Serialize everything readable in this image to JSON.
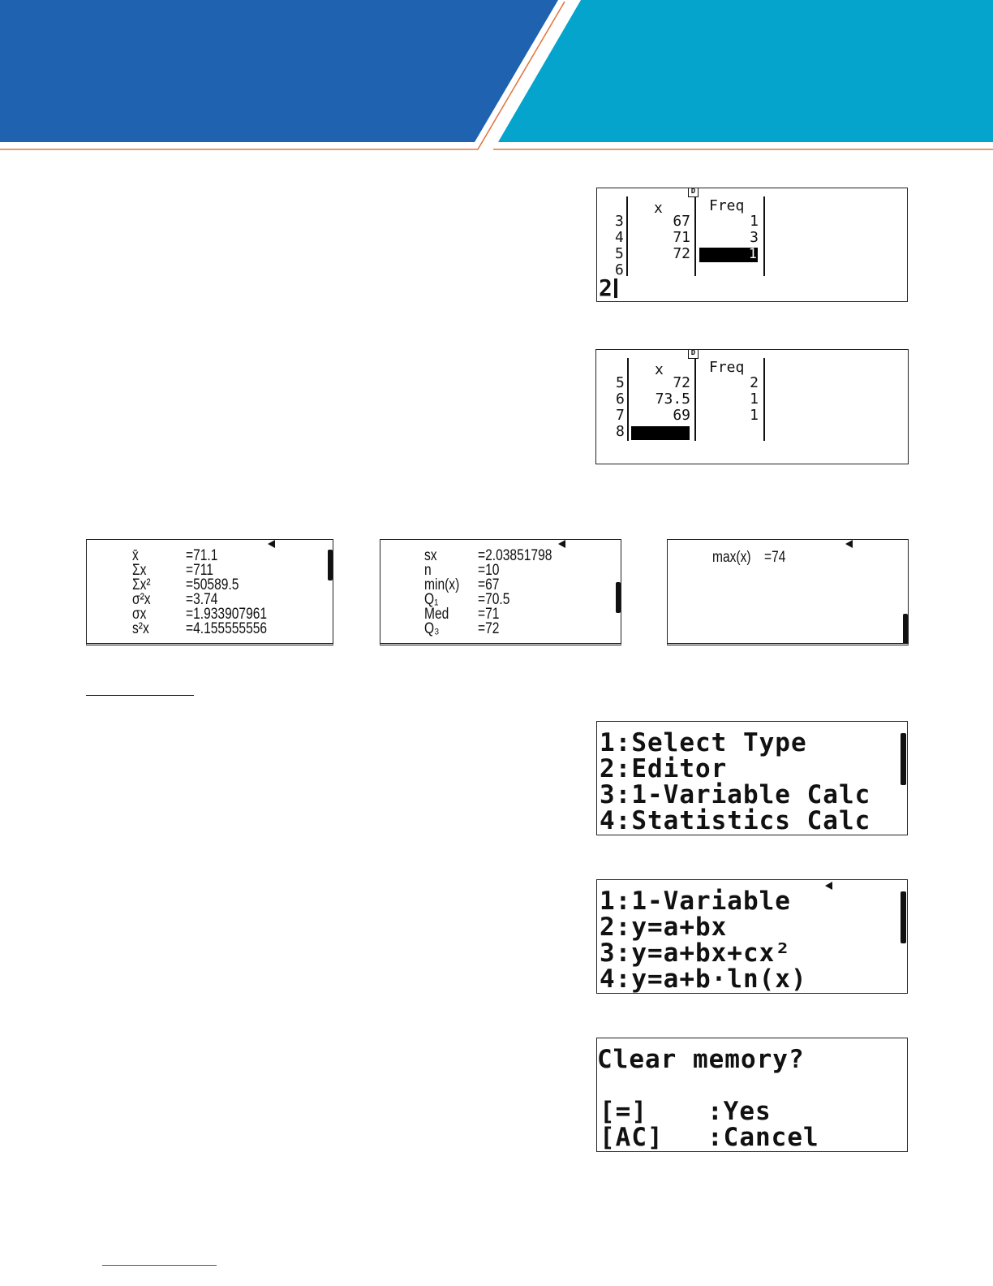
{
  "colors": {
    "banner_left": "#1e62b0",
    "banner_right": "#04a4cc",
    "accent_line": "#e0733c"
  },
  "screen1": {
    "mode_icon": "D",
    "col_x": "x",
    "col_freq": "Freq",
    "rows": [
      {
        "n": "3",
        "x": "67",
        "f": "1"
      },
      {
        "n": "4",
        "x": "71",
        "f": "3"
      },
      {
        "n": "5",
        "x": "72",
        "f": "1"
      },
      {
        "n": "6",
        "x": "",
        "f": ""
      }
    ],
    "entry": "2"
  },
  "screen2": {
    "mode_icon": "D",
    "col_x": "x",
    "col_freq": "Freq",
    "rows": [
      {
        "n": "5",
        "x": "72",
        "f": "2"
      },
      {
        "n": "6",
        "x": "73.5",
        "f": "1"
      },
      {
        "n": "7",
        "x": "69",
        "f": "1"
      },
      {
        "n": "8",
        "x": "",
        "f": ""
      }
    ]
  },
  "stats1": [
    {
      "label": "x̄",
      "value": "=71.1"
    },
    {
      "label": "Σx",
      "value": "=711"
    },
    {
      "label": "Σx²",
      "value": "=50589.5"
    },
    {
      "label": "σ²x",
      "value": "=3.74"
    },
    {
      "label": "σx",
      "value": "=1.933907961"
    },
    {
      "label": "s²x",
      "value": "=4.155555556"
    }
  ],
  "stats2": [
    {
      "label": "sx",
      "value": "=2.03851798"
    },
    {
      "label": "n",
      "value": "=10"
    },
    {
      "label": "min(x)",
      "value": "=67"
    },
    {
      "label": "Q₁",
      "value": "=70.5"
    },
    {
      "label": "Med",
      "value": "=71"
    },
    {
      "label": "Q₃",
      "value": "=72"
    }
  ],
  "stats3": [
    {
      "label": "max(x)",
      "value": "=74"
    }
  ],
  "menu1": [
    "1:Select Type",
    "2:Editor",
    "3:1-Variable Calc",
    "4:Statistics Calc"
  ],
  "menu2": [
    "1:1-Variable",
    "2:y=a+bx",
    "3:y=a+bx+cx²",
    "4:y=a+b·ln(x)"
  ],
  "clear": {
    "title": "Clear memory?",
    "yes_key": "[=]",
    "yes_label": ":Yes",
    "cancel_key": "[AC]",
    "cancel_label": ":Cancel"
  }
}
